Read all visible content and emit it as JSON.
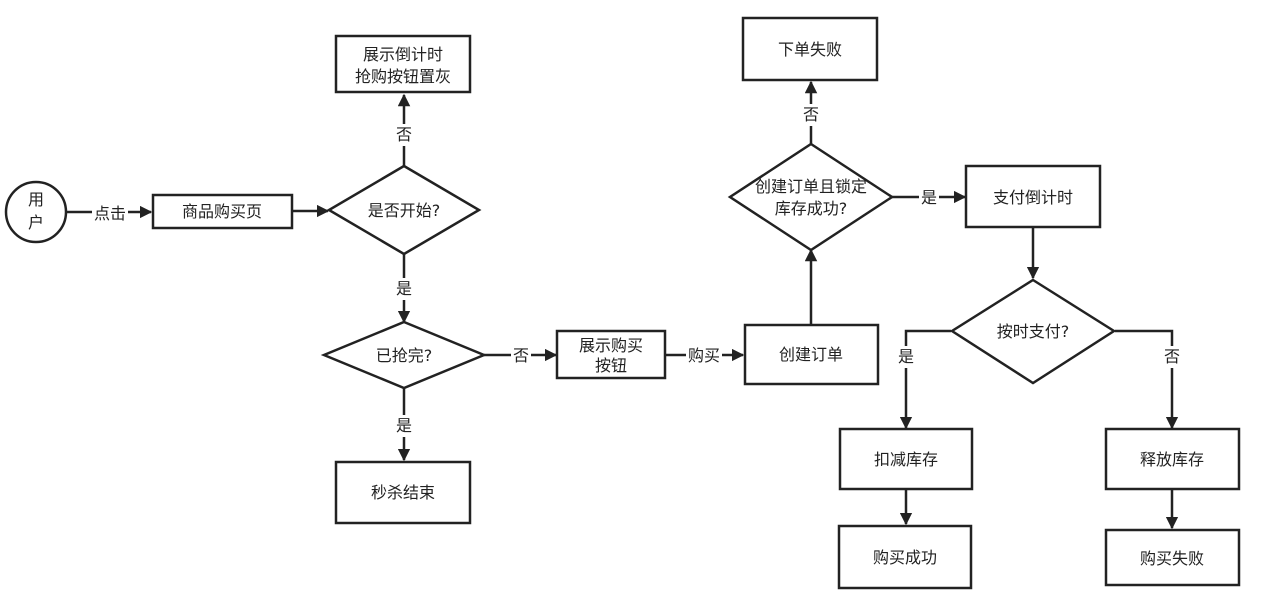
{
  "nodes": {
    "user": {
      "lines": [
        "用",
        "户"
      ]
    },
    "product_page": {
      "lines": [
        "商品购买页"
      ]
    },
    "started_q": {
      "lines": [
        "是否开始?"
      ]
    },
    "countdown_gray": {
      "lines": [
        "展示倒计时",
        "抢购按钮置灰"
      ]
    },
    "sold_out_q": {
      "lines": [
        "已抢完?"
      ]
    },
    "sale_end": {
      "lines": [
        "秒杀结束"
      ]
    },
    "show_buy_button": {
      "lines": [
        "展示购买",
        "按钮"
      ]
    },
    "create_order": {
      "lines": [
        "创建订单"
      ]
    },
    "lock_stock_q": {
      "lines": [
        "创建订单且锁定",
        "库存成功?"
      ]
    },
    "order_failed": {
      "lines": [
        "下单失败"
      ]
    },
    "pay_countdown": {
      "lines": [
        "支付倒计时"
      ]
    },
    "pay_on_time_q": {
      "lines": [
        "按时支付?"
      ]
    },
    "deduct_stock": {
      "lines": [
        "扣减库存"
      ]
    },
    "release_stock": {
      "lines": [
        "释放库存"
      ]
    },
    "buy_success": {
      "lines": [
        "购买成功"
      ]
    },
    "buy_failed": {
      "lines": [
        "购买失败"
      ]
    }
  },
  "edges": {
    "click": "点击",
    "started_no": "否",
    "started_yes": "是",
    "sold_out_no": "否",
    "sold_out_yes": "是",
    "buy": "购买",
    "lock_no": "否",
    "lock_yes": "是",
    "pay_yes": "是",
    "pay_no": "否"
  },
  "colors": {
    "stroke": "#222222",
    "background": "#ffffff"
  }
}
